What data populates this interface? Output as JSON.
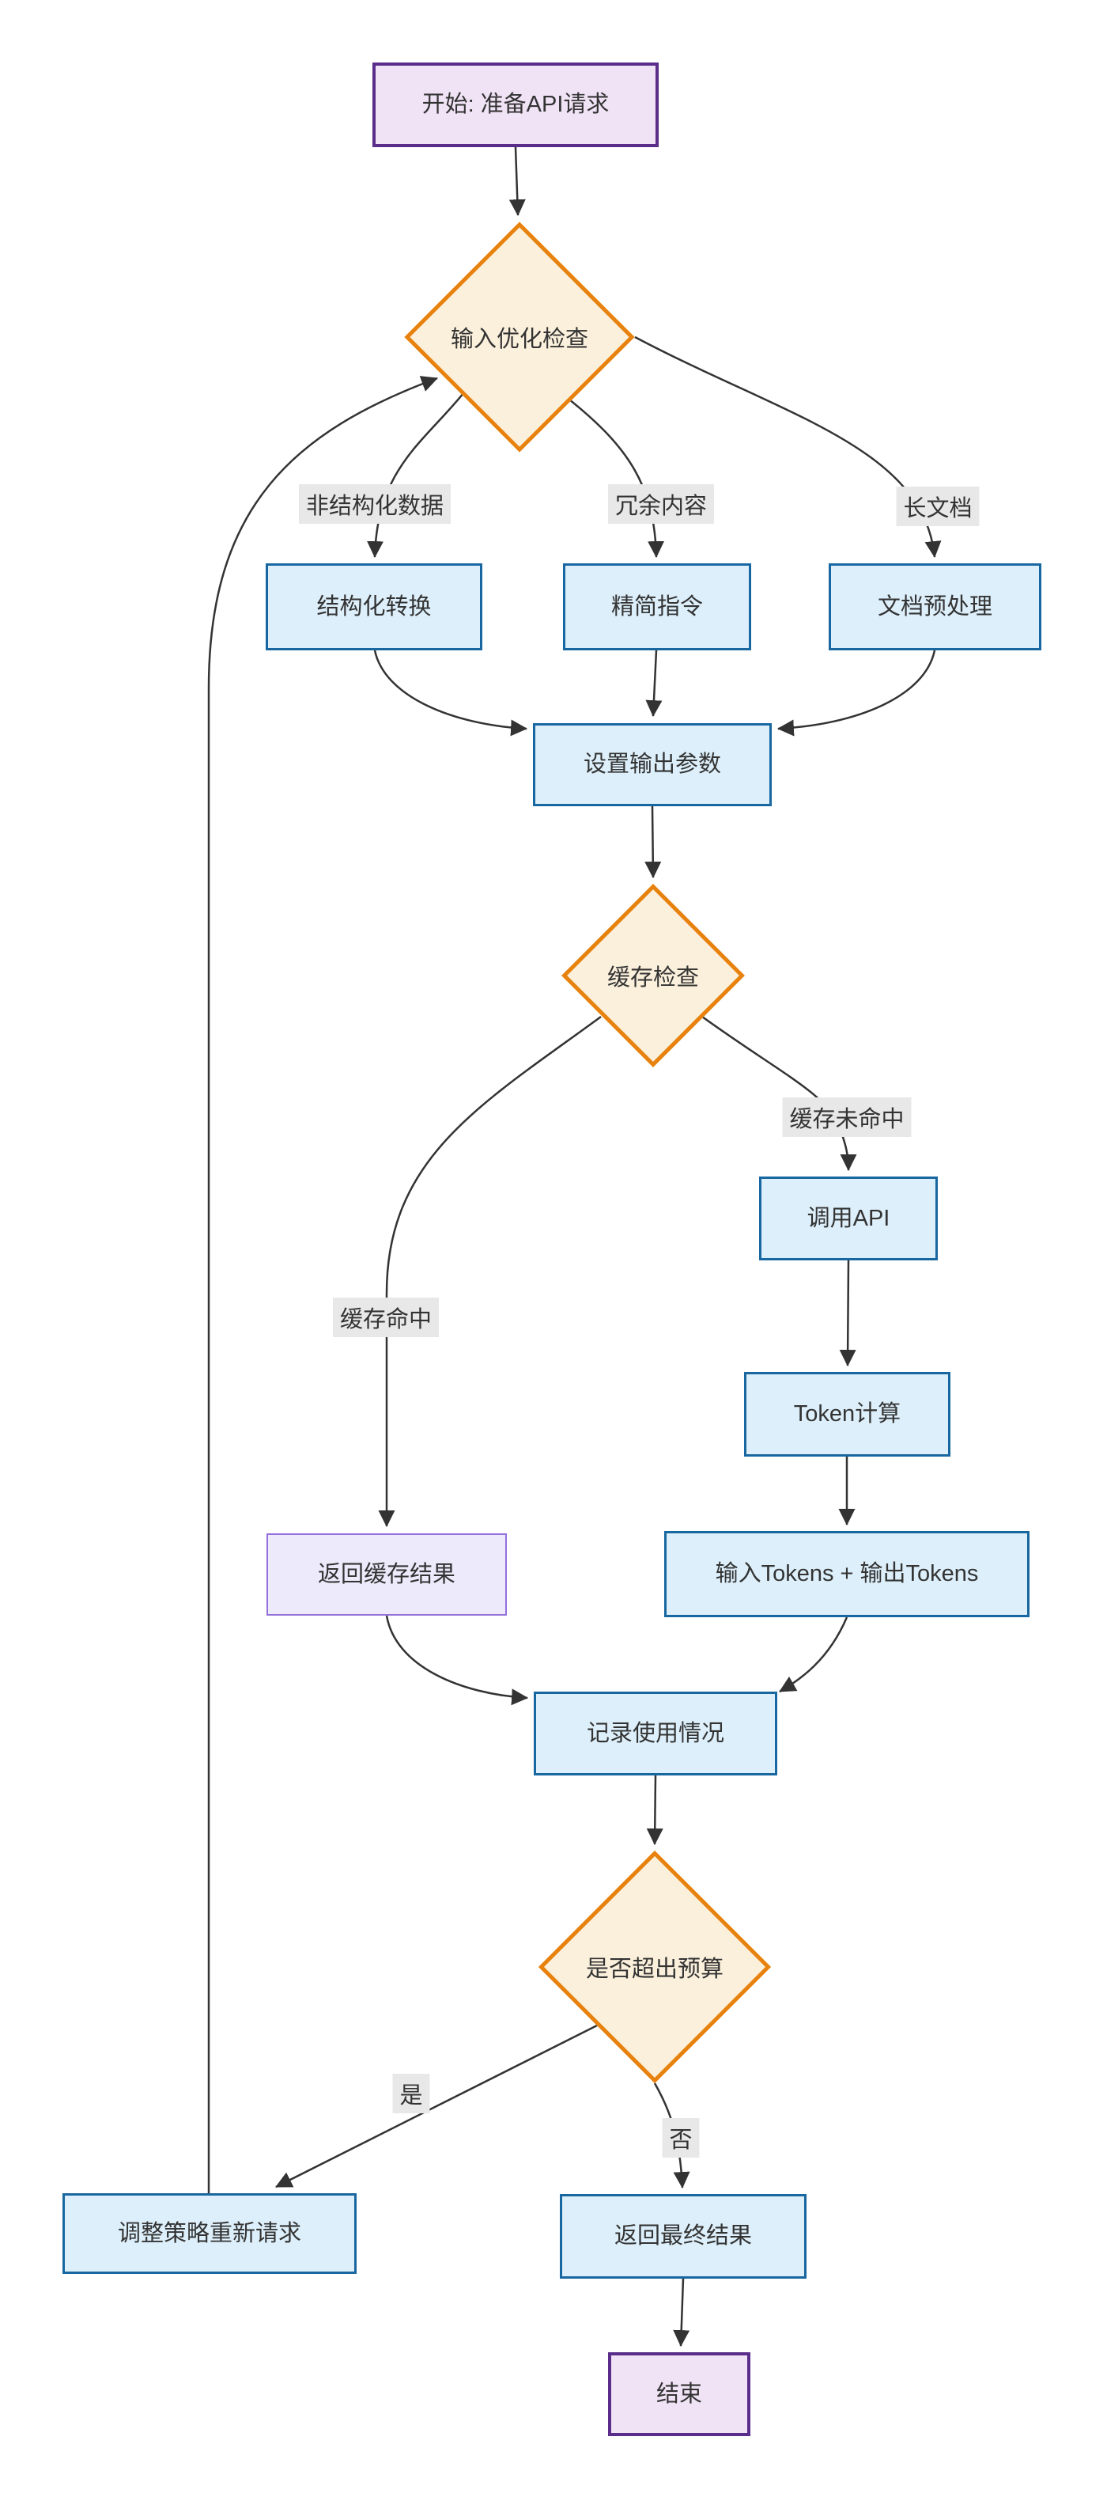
{
  "diagram": {
    "type": "flowchart",
    "direction": "top-down",
    "nodes": {
      "start": {
        "label": "开始: 准备API请求",
        "shape": "rect",
        "style": "terminal"
      },
      "input_check": {
        "label": "输入优化检查",
        "shape": "diamond",
        "style": "decision"
      },
      "structure_convert": {
        "label": "结构化转换",
        "shape": "rect",
        "style": "process"
      },
      "simplify_prompt": {
        "label": "精简指令",
        "shape": "rect",
        "style": "process"
      },
      "doc_preprocess": {
        "label": "文档预处理",
        "shape": "rect",
        "style": "process"
      },
      "set_output_params": {
        "label": "设置输出参数",
        "shape": "rect",
        "style": "process"
      },
      "cache_check": {
        "label": "缓存检查",
        "shape": "diamond",
        "style": "decision"
      },
      "call_api": {
        "label": "调用API",
        "shape": "rect",
        "style": "process"
      },
      "token_calc": {
        "label": "Token计算",
        "shape": "rect",
        "style": "process"
      },
      "tokens_sum": {
        "label": "输入Tokens + 输出Tokens",
        "shape": "rect",
        "style": "process"
      },
      "return_cached": {
        "label": "返回缓存结果",
        "shape": "rect",
        "style": "cached"
      },
      "log_usage": {
        "label": "记录使用情况",
        "shape": "rect",
        "style": "process"
      },
      "budget_check": {
        "label": "是否超出预算",
        "shape": "diamond",
        "style": "decision"
      },
      "adjust_retry": {
        "label": "调整策略重新请求",
        "shape": "rect",
        "style": "process"
      },
      "return_final": {
        "label": "返回最终结果",
        "shape": "rect",
        "style": "process"
      },
      "end": {
        "label": "结束",
        "shape": "rect",
        "style": "terminal"
      }
    },
    "edge_labels": {
      "unstructured_data": "非结构化数据",
      "redundant_content": "冗余内容",
      "long_document": "长文档",
      "cache_miss": "缓存未命中",
      "cache_hit": "缓存命中",
      "yes": "是",
      "no": "否"
    },
    "edges": [
      {
        "from": "start",
        "to": "input_check"
      },
      {
        "from": "input_check",
        "to": "structure_convert",
        "label": "unstructured_data"
      },
      {
        "from": "input_check",
        "to": "simplify_prompt",
        "label": "redundant_content"
      },
      {
        "from": "input_check",
        "to": "doc_preprocess",
        "label": "long_document"
      },
      {
        "from": "structure_convert",
        "to": "set_output_params"
      },
      {
        "from": "simplify_prompt",
        "to": "set_output_params"
      },
      {
        "from": "doc_preprocess",
        "to": "set_output_params"
      },
      {
        "from": "set_output_params",
        "to": "cache_check"
      },
      {
        "from": "cache_check",
        "to": "return_cached",
        "label": "cache_hit"
      },
      {
        "from": "cache_check",
        "to": "call_api",
        "label": "cache_miss"
      },
      {
        "from": "call_api",
        "to": "token_calc"
      },
      {
        "from": "token_calc",
        "to": "tokens_sum"
      },
      {
        "from": "return_cached",
        "to": "log_usage"
      },
      {
        "from": "tokens_sum",
        "to": "log_usage"
      },
      {
        "from": "log_usage",
        "to": "budget_check"
      },
      {
        "from": "budget_check",
        "to": "adjust_retry",
        "label": "yes"
      },
      {
        "from": "budget_check",
        "to": "return_final",
        "label": "no"
      },
      {
        "from": "adjust_retry",
        "to": "input_check"
      },
      {
        "from": "return_final",
        "to": "end"
      }
    ],
    "colors": {
      "process_fill": "#ddeffa",
      "process_border": "#1867a0",
      "decision_fill": "#fbf0dc",
      "decision_border": "#e8820e",
      "terminal_fill": "#f1e3f6",
      "terminal_border": "#5a2d8a",
      "cached_fill": "#edeafb",
      "cached_border": "#9370db",
      "edge": "#333333",
      "edge_label_bg": "#e8e8e8",
      "text": "#333333",
      "background": "#ffffff"
    }
  }
}
